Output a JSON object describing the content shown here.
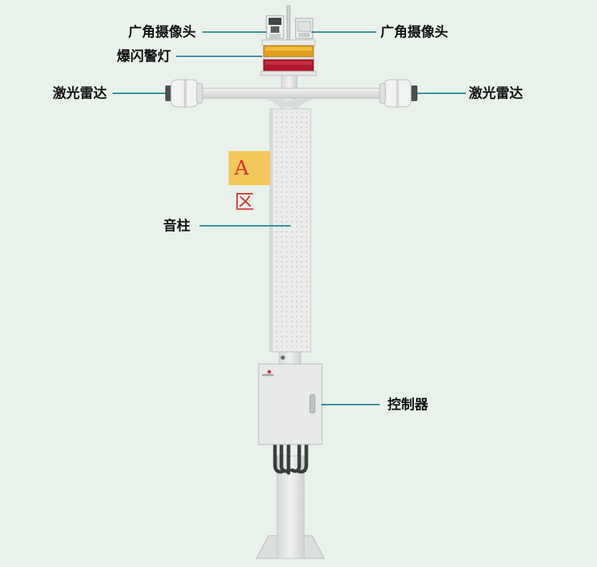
{
  "labels": {
    "camera_left": "广角摄像头",
    "camera_right": "广角摄像头",
    "strobe_light": "爆闪警灯",
    "lidar_left": "激光雷达",
    "lidar_right": "激光雷达",
    "sound_column": "音柱",
    "controller": "控制器"
  },
  "zone_sign": "A区",
  "colors": {
    "background": "#e8f1ea",
    "leader_line": "#2b8a98",
    "pole": "#e4e5e5",
    "strobe_amber": "#e0a020",
    "strobe_red": "#b0182a",
    "sign_bg": "#f2c85a",
    "sign_text": "#d9342b"
  }
}
